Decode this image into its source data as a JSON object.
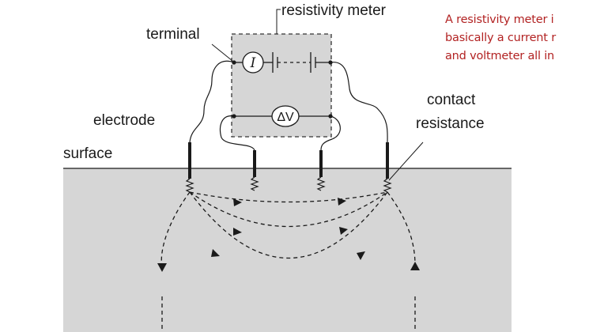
{
  "labels": {
    "meter": "resistivity meter",
    "terminal": "terminal",
    "electrode": "electrode",
    "contact_line1": "contact",
    "contact_line2": "resistance",
    "surface": "surface",
    "current_symbol": "I",
    "voltage_symbol": "ΔV"
  },
  "note": {
    "line1": "A resistivity meter i",
    "line2": "basically a current r",
    "line3": "and voltmeter all in"
  },
  "colors": {
    "ground": "#d6d6d6",
    "meter_box": "#d6d6d6",
    "ink": "#1a1a1a",
    "note": "#b22222"
  }
}
